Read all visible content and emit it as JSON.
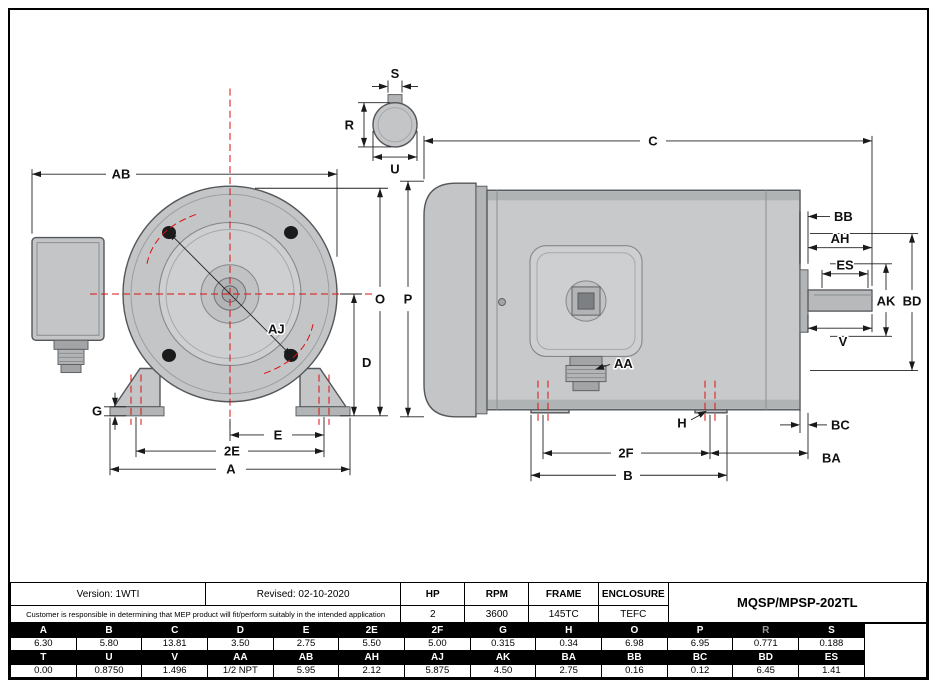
{
  "drawing": {
    "labels": {
      "AB": "AB",
      "S": "S",
      "R": "R",
      "U": "U",
      "C": "C",
      "O": "O",
      "P": "P",
      "AJ": "AJ",
      "D": "D",
      "G": "G",
      "E": "E",
      "2E": "2E",
      "A": "A",
      "BB": "BB",
      "AH": "AH",
      "ES": "ES",
      "AK": "AK",
      "BD": "BD",
      "V": "V",
      "AA": "AA",
      "H": "H",
      "BC": "BC",
      "BA": "BA",
      "2F": "2F",
      "B": "B"
    }
  },
  "table": {
    "version": "Version: 1WTI",
    "revised": "Revised: 02-10-2020",
    "disclaimer": "Customer is responsible in determining that MEP product will fit/perform suitably in the intended application",
    "model": "MQSP/MPSP-202TL",
    "spec_headers": [
      "HP",
      "RPM",
      "FRAME",
      "ENCLOSURE"
    ],
    "spec_values": [
      "2",
      "3600",
      "145TC",
      "TEFC"
    ],
    "dim_headers_1": [
      "A",
      "B",
      "C",
      "D",
      "E",
      "2E",
      "2F",
      "G",
      "H",
      "O",
      "P",
      "R",
      "S"
    ],
    "dim_values_1": [
      "6.30",
      "5.80",
      "13.81",
      "3.50",
      "2.75",
      "5.50",
      "5.00",
      "0.315",
      "0.34",
      "6.98",
      "6.95",
      "0.771",
      "0.188"
    ],
    "dim_headers_2": [
      "T",
      "U",
      "V",
      "AA",
      "AB",
      "AH",
      "AJ",
      "AK",
      "BA",
      "BB",
      "BC",
      "BD",
      "ES"
    ],
    "dim_values_2": [
      "0.00",
      "0.8750",
      "1.496",
      "1/2 NPT",
      "5.95",
      "2.12",
      "5.875",
      "4.50",
      "2.75",
      "0.16",
      "0.12",
      "6.45",
      "1.41"
    ]
  }
}
